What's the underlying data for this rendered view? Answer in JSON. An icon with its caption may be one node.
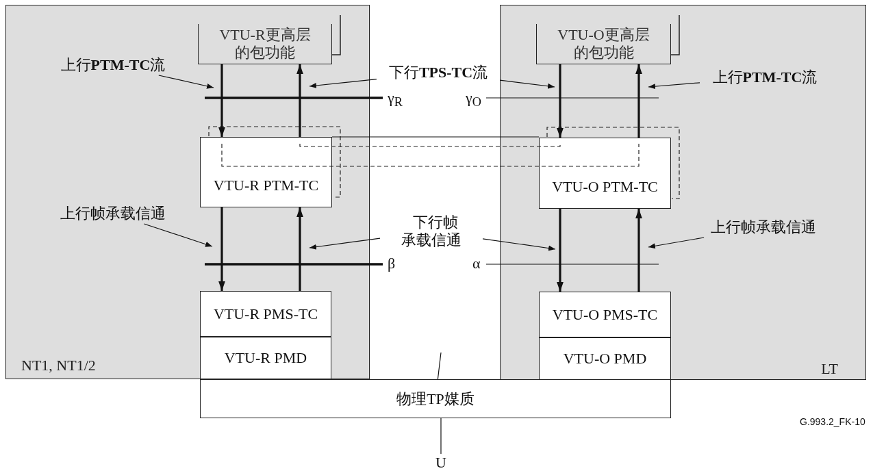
{
  "diagram": {
    "nodes": [
      {
        "text": [
          "NT1, NT1/2"
        ]
      },
      {
        "text": [
          "VTU-R更高层的包功能"
        ],
        "in": 0
      },
      {
        "text": [
          "VTU-R PTM-TC"
        ],
        "in": 0
      },
      {
        "text": [
          "VTU-R PMS-TC"
        ],
        "in": 0
      },
      {
        "text": [
          "VTU-R PMD"
        ],
        "in": 0
      },
      {
        "text": [
          "LT"
        ]
      },
      {
        "text": [
          "VTU-O更高层的包功能"
        ],
        "in": 5
      },
      {
        "text": [
          "VTU-O PTM-TC"
        ],
        "in": 5
      },
      {
        "text": [
          "VTU-O PMS-TC"
        ],
        "in": 5
      },
      {
        "text": [
          "VTU-O PMD"
        ],
        "in": 5
      },
      {
        "text": [
          "物理TP媒质"
        ]
      },
      {
        "text": [
          "上行**PTM-TC**流"
        ],
        "in": 0
      },
      {
        "text": [
          "下行**TPS-TC**流"
        ]
      },
      {
        "text": [
          "上行**PTM-TC**流"
        ],
        "in": 5
      },
      {
        "text": [
          "上行帧承载信通"
        ],
        "in": 0
      },
      {
        "text": [
          "下行帧承载信通"
        ]
      },
      {
        "text": [
          "上行帧承载信通"
        ],
        "in": 5
      },
      {
        "text": [
          "U"
        ]
      }
    ],
    "edges": [
      {
        "from": 1,
        "to": 2,
        "arrow": "to",
        "style": "thick"
      },
      {
        "from": 2,
        "to": 1,
        "arrow": "to",
        "style": "thick"
      },
      {
        "from": 2,
        "to": 3,
        "arrow": "to",
        "style": "thick"
      },
      {
        "from": 3,
        "to": 2,
        "arrow": "to",
        "style": "thick"
      },
      {
        "from": 6,
        "to": 7,
        "arrow": "to",
        "style": "thick"
      },
      {
        "from": 7,
        "to": 6,
        "arrow": "to",
        "style": "thick"
      },
      {
        "from": 7,
        "to": 8,
        "arrow": "to",
        "style": "thick"
      },
      {
        "from": 8,
        "to": 7,
        "arrow": "to",
        "style": "thick"
      },
      {
        "from": 2,
        "to": 7,
        "arrow": "none"
      },
      {
        "from": 11,
        "to": null,
        "arrow": "to"
      },
      {
        "from": 12,
        "to": null,
        "arrow": "to"
      },
      {
        "from": 12,
        "to": null,
        "arrow": "to"
      },
      {
        "from": 13,
        "to": null,
        "arrow": "to"
      },
      {
        "from": 14,
        "to": null,
        "arrow": "to"
      },
      {
        "from": 15,
        "to": null,
        "arrow": "to"
      },
      {
        "from": 15,
        "to": null,
        "arrow": "to"
      },
      {
        "from": 16,
        "to": null,
        "arrow": "to"
      },
      {
        "from": 10,
        "to": 17,
        "arrow": "none"
      },
      {
        "from": null,
        "to": 10,
        "arrow": "none"
      }
    ],
    "labels": [
      "γ$_{R}$",
      "γ$_{O}$",
      "β",
      "α",
      "G.993.2_FK-10"
    ]
  }
}
